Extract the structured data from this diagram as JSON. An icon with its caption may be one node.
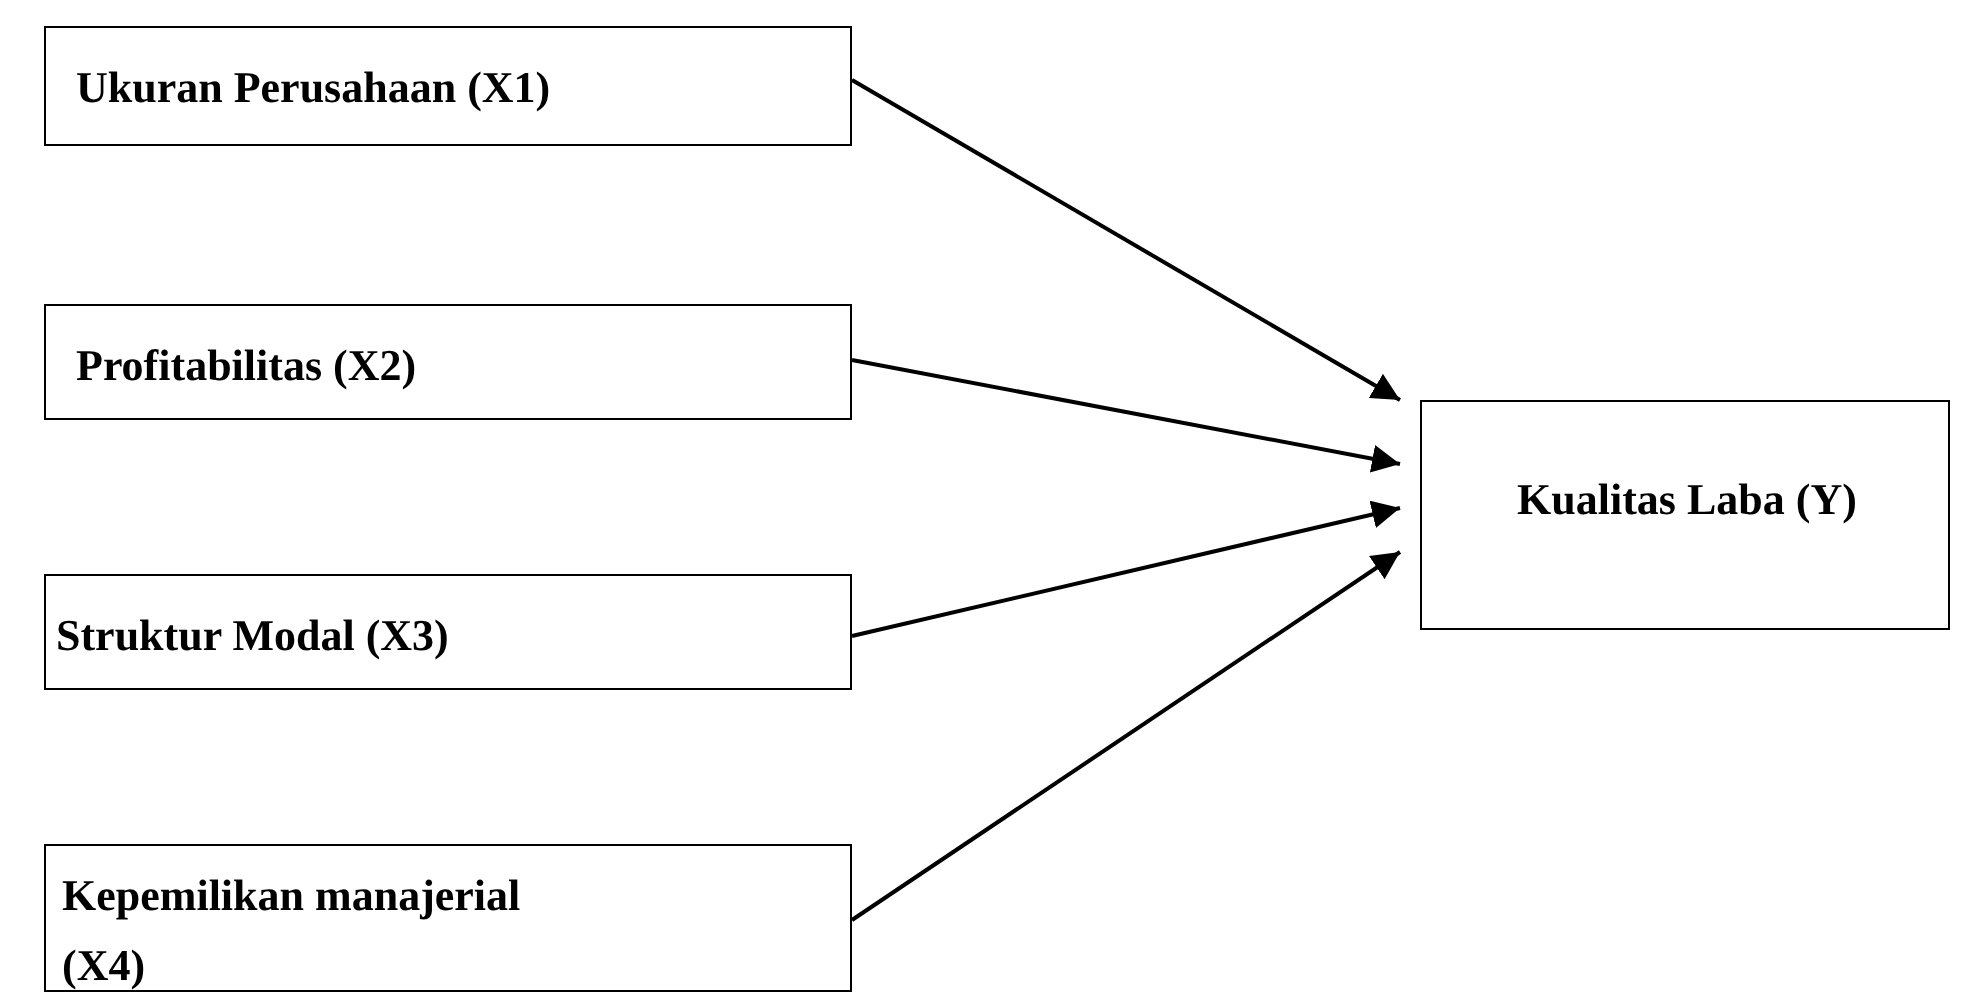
{
  "diagram": {
    "nodes": [
      {
        "text": [
          "Ukuran Perusahaan (X1)"
        ]
      },
      {
        "text": [
          "Profitabilitas (X2)"
        ]
      },
      {
        "text": [
          "Struktur Modal (X3)"
        ]
      },
      {
        "text": [
          "Kepemilikan manajerial (X4)"
        ]
      },
      {
        "text": [
          "Kualitas Laba (Y)"
        ]
      }
    ],
    "edges": [
      {
        "from": 0,
        "to": 4,
        "arrow": "to"
      },
      {
        "from": 1,
        "to": 4,
        "arrow": "to"
      },
      {
        "from": 2,
        "to": 4,
        "arrow": "to"
      },
      {
        "from": 3,
        "to": 4,
        "arrow": "to"
      }
    ]
  }
}
